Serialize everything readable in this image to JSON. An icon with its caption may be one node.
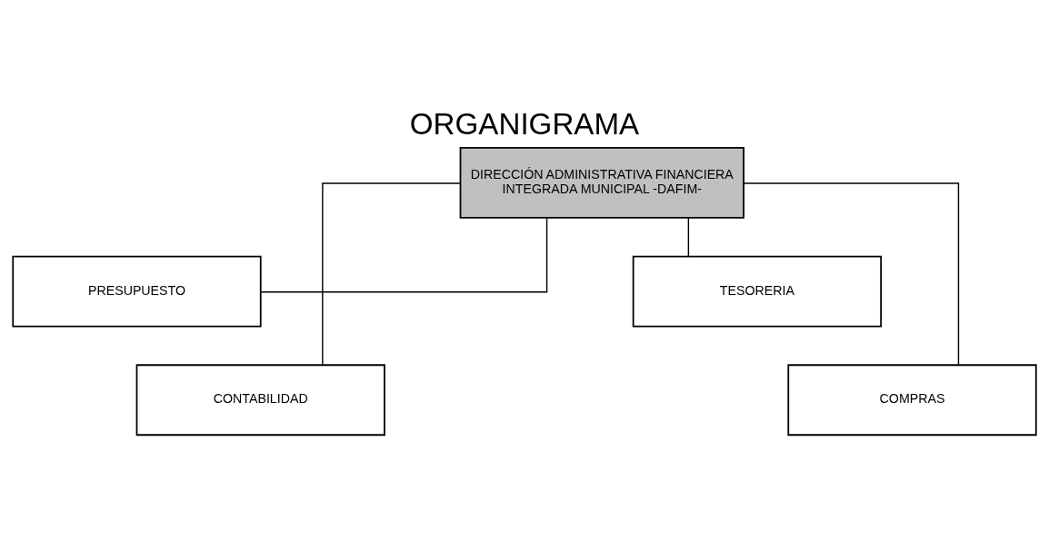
{
  "diagram": {
    "title": "ORGANIGRAMA",
    "nodes": [
      {
        "text": [
          "DIRECCIÓN ADMINISTRATIVA FINANCIERA INTEGRADA MUNICIPAL -DAFIM-"
        ]
      },
      {
        "text": [
          "PRESUPUESTO"
        ]
      },
      {
        "text": [
          "TESORERIA"
        ]
      },
      {
        "text": [
          "CONTABILIDAD"
        ]
      },
      {
        "text": [
          "COMPRAS"
        ]
      }
    ],
    "edges": [
      {
        "from": 0,
        "to": 1,
        "arrow": "none"
      },
      {
        "from": 0,
        "to": 2,
        "arrow": "none"
      },
      {
        "from": 0,
        "to": 3,
        "arrow": "none"
      },
      {
        "from": 0,
        "to": 4,
        "arrow": "none"
      }
    ]
  }
}
